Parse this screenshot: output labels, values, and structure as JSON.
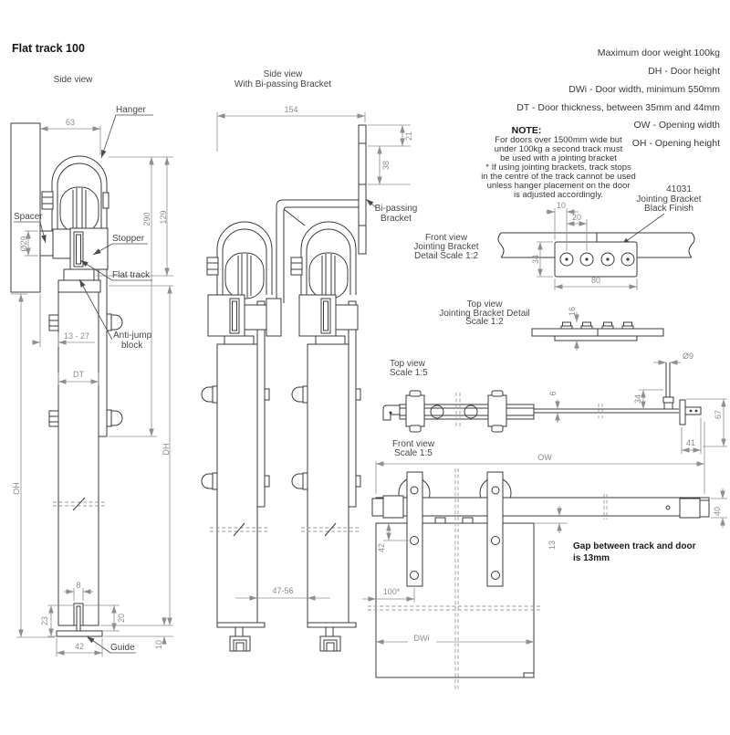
{
  "title": "Flat track 100",
  "colors": {
    "line": "#3b3b3b",
    "dimension": "#8f8f8f",
    "label": "#474747",
    "text": "#383838"
  },
  "specs": [
    "Maximum door weight  100kg",
    "DH - Door height",
    "DWi - Door width, minimum 550mm",
    "DT - Door thickness, between 35mm and 44mm",
    "OW - Opening width",
    "OH - Opening height"
  ],
  "note": {
    "heading": "NOTE:",
    "lines": [
      "For doors over 1500mm wide but",
      "under 100kg a second track must",
      "be used with a jointing bracket",
      "* If using jointing brackets, track stops",
      "in the centre of the track cannot be used",
      "unless hanger placement on the door",
      "is adjusted accordingly."
    ]
  },
  "side_view": {
    "caption": "Side view",
    "labels": {
      "hanger": "Hanger",
      "spacer": "Spacer",
      "stopper": "Stopper",
      "flat_track": "Flat track",
      "anti_jump_1": "Anti-jump",
      "anti_jump_2": "block",
      "guide": "Guide"
    },
    "dims": {
      "w63": "63",
      "h290": "290",
      "h129": "129",
      "d29": "Ø29",
      "gap": "13 - 27",
      "dt": "DT",
      "dh": "DH",
      "oh": "OH",
      "w8": "8",
      "h23": "23",
      "h20": "20",
      "w42": "42",
      "h10": "10"
    }
  },
  "bipass_view": {
    "caption1": "Side view",
    "caption2": "With Bi-passing Bracket",
    "label1": "Bi-passing",
    "label2": "Bracket",
    "dims": {
      "w154": "154",
      "h21": "21",
      "h38": "38",
      "gap": "47-56"
    }
  },
  "jointing_front": {
    "caption1": "Front view",
    "caption2": "Jointing Bracket",
    "caption3": "Detail Scale 1:2",
    "part1": "41031",
    "part2": "Jointing Bracket",
    "part3": "Black Finish",
    "dims": {
      "d10": "10",
      "d20": "20",
      "d34": "34",
      "d80": "80"
    }
  },
  "jointing_top": {
    "caption1": "Top view",
    "caption2": "Jointing Bracket Detail",
    "caption3": "Scale 1:2",
    "dims": {
      "d16": "16"
    }
  },
  "top_view": {
    "caption1": "Top view",
    "caption2": "Scale 1:5",
    "dims": {
      "d9": "Ø9",
      "d6": "6",
      "d34": "34",
      "d67": "67",
      "d41": "41"
    }
  },
  "front_view": {
    "caption1": "Front view",
    "caption2": "Scale 1:5",
    "gap_note1": "Gap between track and door",
    "gap_note2": "is 13mm",
    "dims": {
      "ow": "OW",
      "d40": "40",
      "d42": "42",
      "d13": "13",
      "d100": "100*",
      "dwi": "DWi"
    }
  }
}
